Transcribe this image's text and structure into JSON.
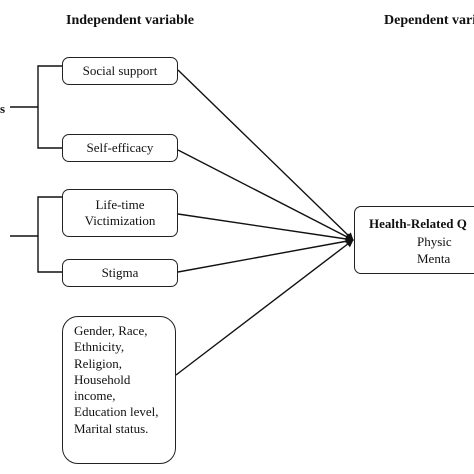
{
  "headers": {
    "independent": "Independent variable",
    "dependent": "Dependent vari"
  },
  "left_labels": {
    "upper": "s"
  },
  "independent_boxes": {
    "social_support": "Social support",
    "self_efficacy": "Self-efficacy",
    "lifetime_victimization": [
      "Life-time",
      "Victimization"
    ],
    "stigma": "Stigma",
    "covariates": [
      "Gender, Race,",
      "Ethnicity,",
      "Religion,",
      "Household",
      "income,",
      "Education level,",
      "Marital status."
    ]
  },
  "dependent_box": {
    "lines": [
      "Health-Related Q",
      "Physic",
      "Menta"
    ]
  }
}
